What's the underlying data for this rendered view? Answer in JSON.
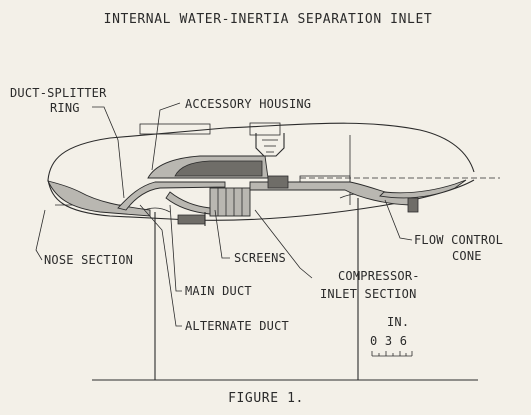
{
  "title": "INTERNAL WATER-INERTIA SEPARATION INLET",
  "caption": "FIGURE 1.",
  "labels": {
    "duct_splitter_ring_1": "DUCT-SPLITTER",
    "duct_splitter_ring_2": "RING",
    "accessory_housing": "ACCESSORY HOUSING",
    "flow_control_cone_1": "FLOW CONTROL",
    "flow_control_cone_2": "CONE",
    "nose_section": "NOSE SECTION",
    "screens": "SCREENS",
    "compressor_inlet_1": "COMPRESSOR-",
    "compressor_inlet_2": "INLET SECTION",
    "main_duct": "MAIN DUCT",
    "alternate_duct": "ALTERNATE DUCT"
  },
  "scale": {
    "unit": "IN.",
    "ticks": "0 3 6"
  }
}
